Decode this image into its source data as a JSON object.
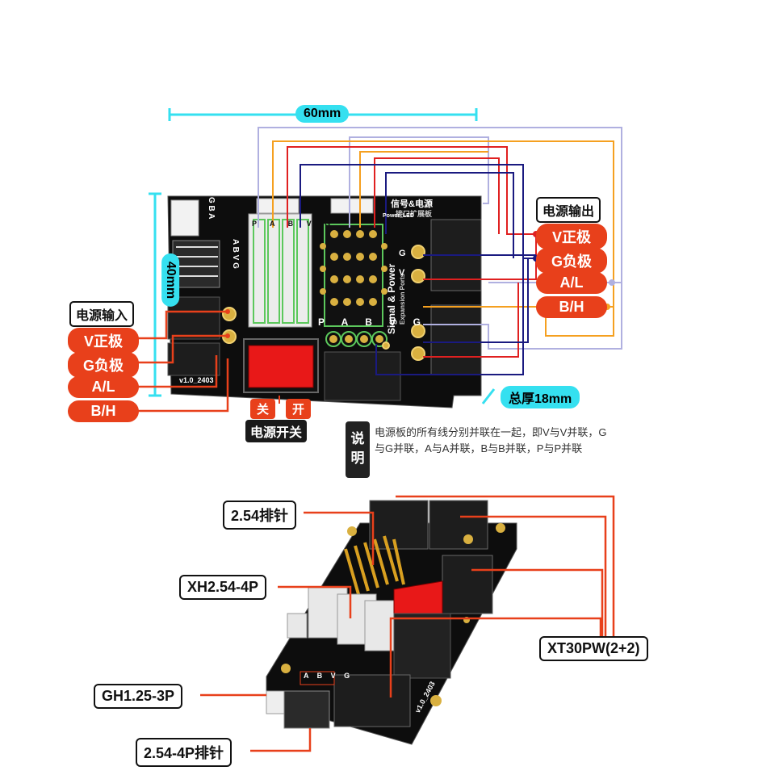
{
  "top": {
    "width_label": "60mm",
    "height_label": "40mm",
    "thickness_label": "总厚18mm",
    "power_in_title": "电源输入",
    "power_in": [
      "V正极",
      "G负极",
      "A/L",
      "B/H"
    ],
    "power_out_title": "电源输出",
    "power_out": [
      "V正极",
      "G负极",
      "A/L",
      "B/H"
    ],
    "switch_off": "关",
    "switch_on": "开",
    "switch_title": "电源开关",
    "note_title": "说明",
    "note_text": "电源板的所有线分别并联在一起，即V与V并联，G与G并联，A与A并联，B与B并联，P与P并联",
    "board_text": {
      "gbav_top": "G B A",
      "abvg_side": "A B V G",
      "title_cn": "信号&电源",
      "subtitle_cn": "接口扩展板",
      "signal_power": "Signal & Power",
      "expansion": "Expansion Ports",
      "header_bottom": "P A B V G",
      "header_top": "P A B V G",
      "g_label": "G",
      "v_label": "V",
      "version": "v1.0_2403",
      "power_led": "Power_LED"
    }
  },
  "bottom": {
    "labels": [
      "2.54排针",
      "XH2.54-4P",
      "GH1.25-3P",
      "2.54-4P排针",
      "XT30PW(2+2)"
    ],
    "board_text": {
      "abvg": "A B V G",
      "version": "v1.0_2403"
    }
  },
  "colors": {
    "accent_orange": "#e8401b",
    "cyan": "#35e0f0",
    "wire_red": "#e02020",
    "wire_navy": "#1a1a80",
    "wire_orange": "#f5a020",
    "wire_lavender": "#b0b0e0",
    "pcb": "#0d0d0d"
  }
}
